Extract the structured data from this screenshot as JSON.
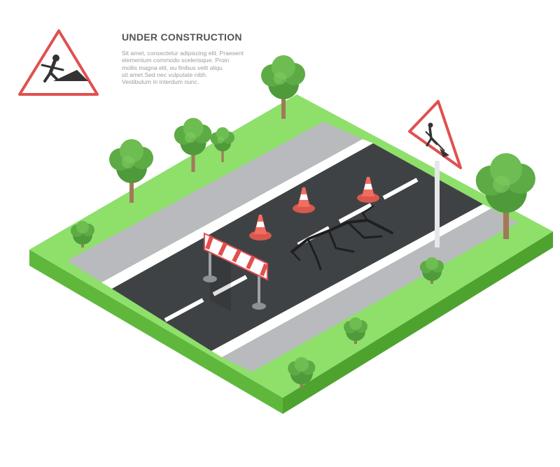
{
  "heading": "UNDER CONSTRUCTION",
  "body_lines": [
    "Sit amet, consectetur adipiscing elit. Praesent",
    "elementum commodo scelerisque. Proin",
    "mollis magna elit, eu finibus velit aliqu",
    "sit amet.Sed nec vulputate nibh.",
    "Vestibulum in interdum nunc."
  ],
  "icons": [
    "road-works-sign-icon",
    "traffic-cone-icon",
    "road-barrier-icon",
    "tree-icon",
    "bush-icon",
    "road-crack-icon"
  ],
  "colors": {
    "grass_top": "#8ee06b",
    "grass_side": "#5fb83c",
    "asphalt": "#3f4245",
    "sidewalk": "#b8babd",
    "tree_green": "#4f9a3a",
    "trunk": "#a07a58",
    "sign_red": "#e05050",
    "cone_orange": "#f26d5f"
  }
}
